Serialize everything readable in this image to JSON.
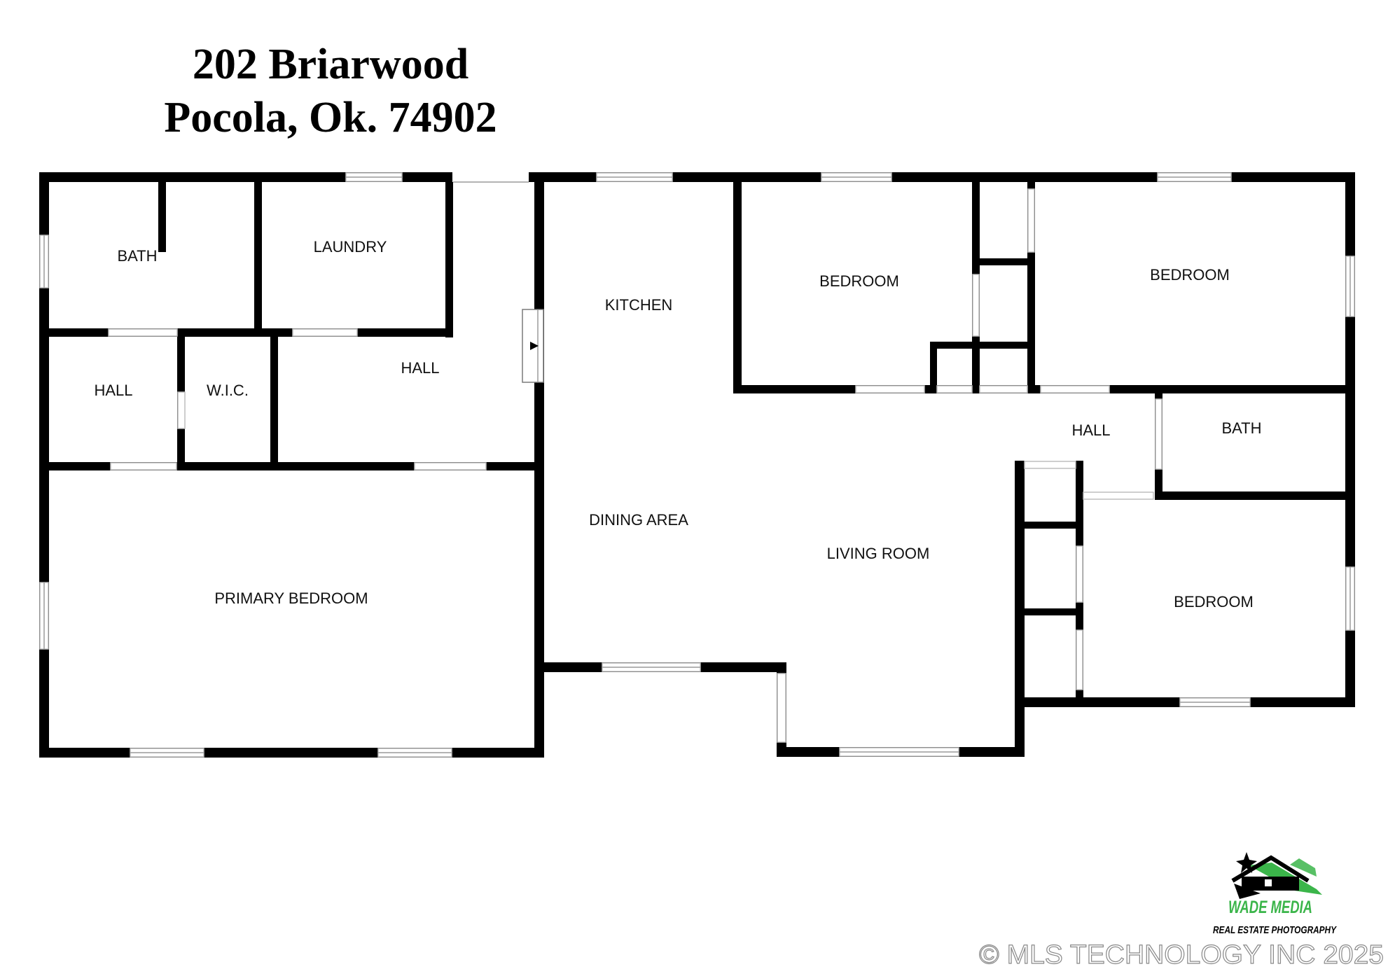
{
  "title": {
    "line1": "202 Briarwood",
    "line2": "Pocola, Ok. 74902"
  },
  "rooms": {
    "bath_1": "BATH",
    "laundry": "LAUNDRY",
    "kitchen": "KITCHEN",
    "bedroom_1": "BEDROOM",
    "bedroom_2": "BEDROOM",
    "hall_1": "HALL",
    "wic": "W.I.C.",
    "hall_2": "HALL",
    "hall_3": "HALL",
    "bath_2": "BATH",
    "dining_area": "DINING AREA",
    "living_room": "LIVING ROOM",
    "primary_bedroom": "PRIMARY BEDROOM",
    "bedroom_3": "BEDROOM"
  },
  "branding": {
    "name": "WADE MEDIA",
    "tagline": "REAL ESTATE PHOTOGRAPHY",
    "logo_icon": "house-star-logo",
    "accent_color": "#3bb54a"
  },
  "copyright": "© MLS TECHNOLOGY INC 2025",
  "colors": {
    "walls": "#000000",
    "background": "#ffffff"
  }
}
